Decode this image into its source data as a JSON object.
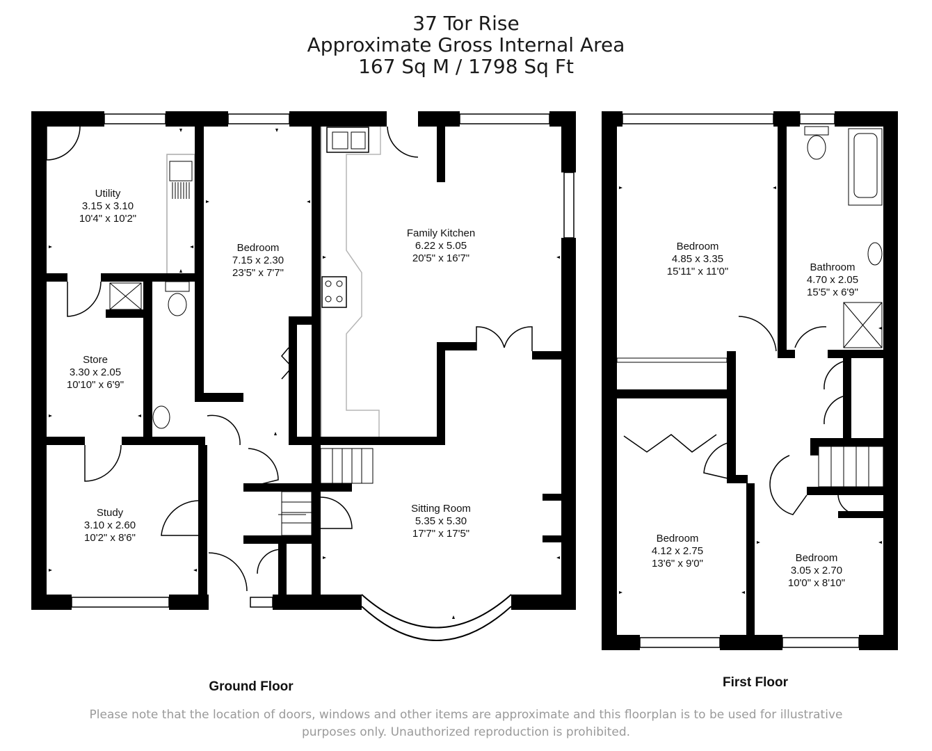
{
  "header": {
    "address": "37 Tor Rise",
    "area_title": "Approximate Gross Internal Area",
    "area_value": "167 Sq M / 1798 Sq Ft"
  },
  "ground_floor": {
    "label": "Ground Floor",
    "rooms": [
      {
        "name": "Utility",
        "metric": "3.15 x 3.10",
        "imperial": "10'4\" x 10'2\""
      },
      {
        "name": "Bedroom",
        "metric": "7.15 x 2.30",
        "imperial": "23'5\" x 7'7\""
      },
      {
        "name": "Family Kitchen",
        "metric": "6.22 x 5.05",
        "imperial": "20'5\" x 16'7\""
      },
      {
        "name": "Store",
        "metric": "3.30 x 2.05",
        "imperial": "10'10\" x 6'9\""
      },
      {
        "name": "Study",
        "metric": "3.10 x 2.60",
        "imperial": "10'2\" x 8'6\""
      },
      {
        "name": "Sitting Room",
        "metric": "5.35 x 5.30",
        "imperial": "17'7\" x 17'5\""
      }
    ]
  },
  "first_floor": {
    "label": "First Floor",
    "rooms": [
      {
        "name": "Bedroom",
        "metric": "4.85 x 3.35",
        "imperial": "15'11\" x 11'0\""
      },
      {
        "name": "Bathroom",
        "metric": "4.70 x 2.05",
        "imperial": "15'5\" x 6'9\""
      },
      {
        "name": "Bedroom",
        "metric": "4.12 x 2.75",
        "imperial": "13'6\" x 9'0\""
      },
      {
        "name": "Bedroom",
        "metric": "3.05 x 2.70",
        "imperial": "10'0\" x 8'10\""
      }
    ]
  },
  "disclaimer": {
    "line1": "Please note that the location of doors, windows and other items are approximate and this floorplan is to be used for illustrative",
    "line2": "purposes only. Unauthorized reproduction is prohibited."
  }
}
